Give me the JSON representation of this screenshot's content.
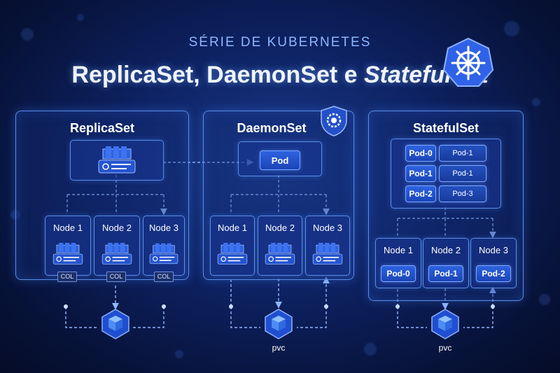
{
  "header": {
    "subtitle": "SÉRIE DE KUBERNETES",
    "title_part1": "ReplicaSet, DaemonSet",
    "title_join": " e ",
    "title_part2": "StatefulSet"
  },
  "panels": {
    "replicaset": {
      "title": "ReplicaSet",
      "nodes": [
        "Node 1",
        "Node 2",
        "Node 3"
      ],
      "tags": [
        "COL",
        "COL",
        "COL"
      ]
    },
    "daemonset": {
      "title": "DaemonSet",
      "pod_label": "Pod",
      "nodes": [
        "Node 1",
        "Node 2",
        "Node 3"
      ],
      "storage_label": "pvc"
    },
    "statefulset": {
      "title": "StatefulSet",
      "pod_rows": [
        {
          "name": "Pod-0",
          "pair": "Pod-1"
        },
        {
          "name": "Pod-1",
          "pair": "Pod-1"
        },
        {
          "name": "Pod-2",
          "pair": "Pod-3"
        }
      ],
      "nodes": [
        {
          "label": "Node 1",
          "pod": "Pod-0"
        },
        {
          "label": "Node 2",
          "pod": "Pod-1"
        },
        {
          "label": "Node 3",
          "pod": "Pod-2"
        }
      ],
      "storage_label": "pvc"
    }
  },
  "colors": {
    "accent": "#5b8ee8",
    "chip": "#2e63e0",
    "background": "#0d2160",
    "connector": "#8fb6ff"
  },
  "icons": [
    "kubernetes-helm-icon",
    "shield-gear-icon",
    "cube-storage-icon",
    "replicaset-stack-icon"
  ]
}
